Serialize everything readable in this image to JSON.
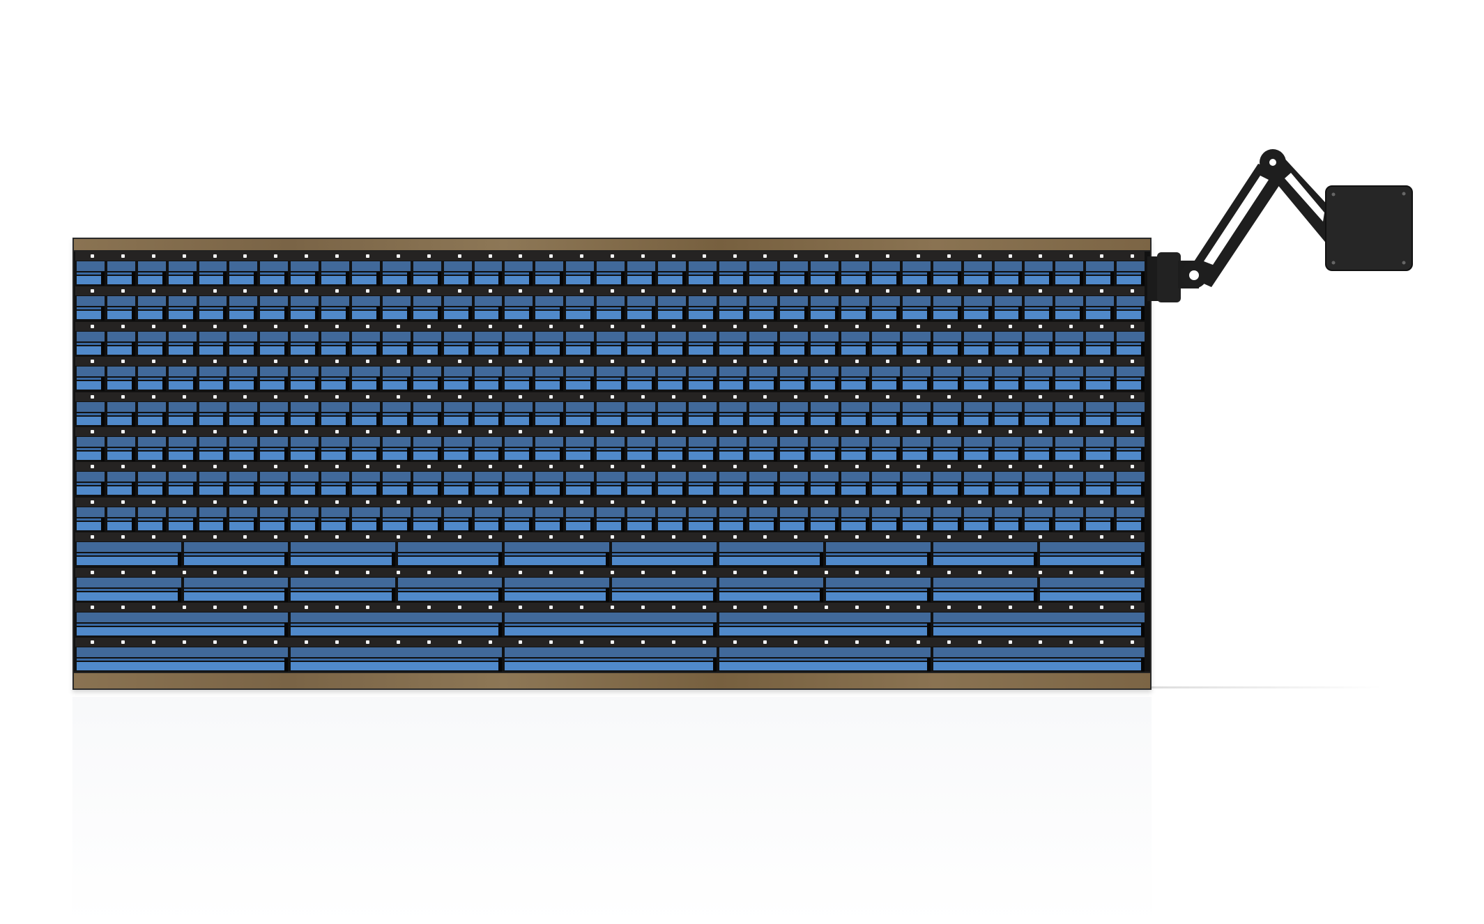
{
  "scene": {
    "subject": "storage-bin-wall-with-monitor-arm",
    "colors": {
      "bin_lid": "#41699a",
      "bin_front": "#5089ca",
      "rail": "#252322",
      "wood": "#8a7352",
      "arm": "#1e1e1e"
    },
    "sections": 5,
    "rows": [
      {
        "bins_per_section": 7
      },
      {
        "bins_per_section": 7
      },
      {
        "bins_per_section": 7
      },
      {
        "bins_per_section": 7
      },
      {
        "bins_per_section": 7
      },
      {
        "bins_per_section": 7
      },
      {
        "bins_per_section": 7
      },
      {
        "bins_per_section": 7
      },
      {
        "bins_per_section": 2
      },
      {
        "bins_per_section": 2
      },
      {
        "bins_per_section": 1
      },
      {
        "bins_per_section": 1
      }
    ]
  }
}
